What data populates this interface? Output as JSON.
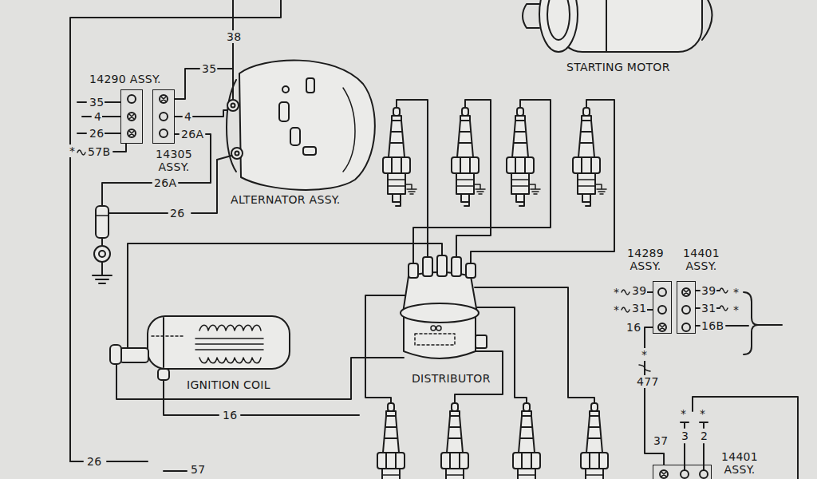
{
  "diagram": {
    "nodes": [
      {
        "text": [
          "14290 ASSY."
        ]
      },
      {
        "text": [
          "14305 ASSY."
        ]
      },
      {
        "text": [
          "14289 ASSY."
        ]
      },
      {
        "text": [
          "14401 ASSY."
        ]
      },
      {
        "text": [
          "14401 ASSY."
        ]
      }
    ],
    "edges": [
      {
        "from": 2,
        "to": 4,
        "arrow": "none",
        "label": "477"
      }
    ],
    "labels": [
      "38",
      "35",
      "35",
      "4",
      "26",
      "*",
      "57B",
      "4",
      "26A",
      "26A",
      "26",
      "ALTERNATOR ASSY.",
      "STARTING MOTOR",
      "IGNITION COIL",
      "16",
      "DISTRIBUTOR",
      "26",
      "57",
      "*",
      "39",
      "*",
      "31",
      "16",
      "39",
      "*",
      "31",
      "*",
      "16B",
      "*",
      "37",
      "*",
      "3",
      "*",
      "2"
    ]
  }
}
